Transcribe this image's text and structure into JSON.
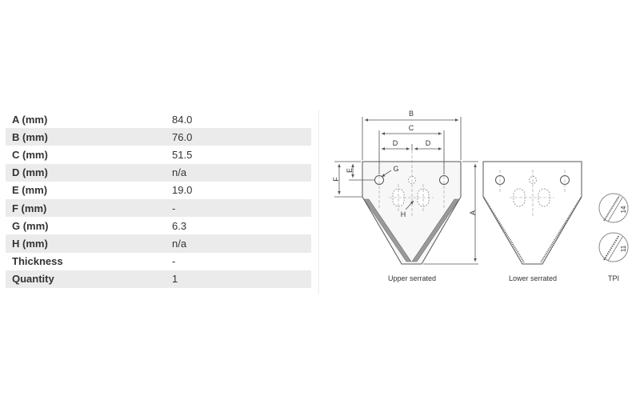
{
  "specs": [
    {
      "label": "A (mm)",
      "value": "84.0"
    },
    {
      "label": "B (mm)",
      "value": "76.0"
    },
    {
      "label": "C (mm)",
      "value": "51.5"
    },
    {
      "label": "D (mm)",
      "value": "n/a"
    },
    {
      "label": "E (mm)",
      "value": "19.0"
    },
    {
      "label": "F (mm)",
      "value": "-"
    },
    {
      "label": "G (mm)",
      "value": "6.3"
    },
    {
      "label": "H (mm)",
      "value": "n/a"
    },
    {
      "label": "Thickness",
      "value": "-"
    },
    {
      "label": "Quantity",
      "value": "1"
    }
  ],
  "diagram": {
    "dims": {
      "a": "A",
      "b": "B",
      "c": "C",
      "d1": "D",
      "d2": "D",
      "e": "E",
      "f": "F",
      "g": "G",
      "h": "H"
    },
    "captions": {
      "upper": "Upper serrated",
      "lower": "Lower serrated",
      "tpi": "TPI"
    },
    "tpi_values": [
      "14",
      "11"
    ]
  }
}
